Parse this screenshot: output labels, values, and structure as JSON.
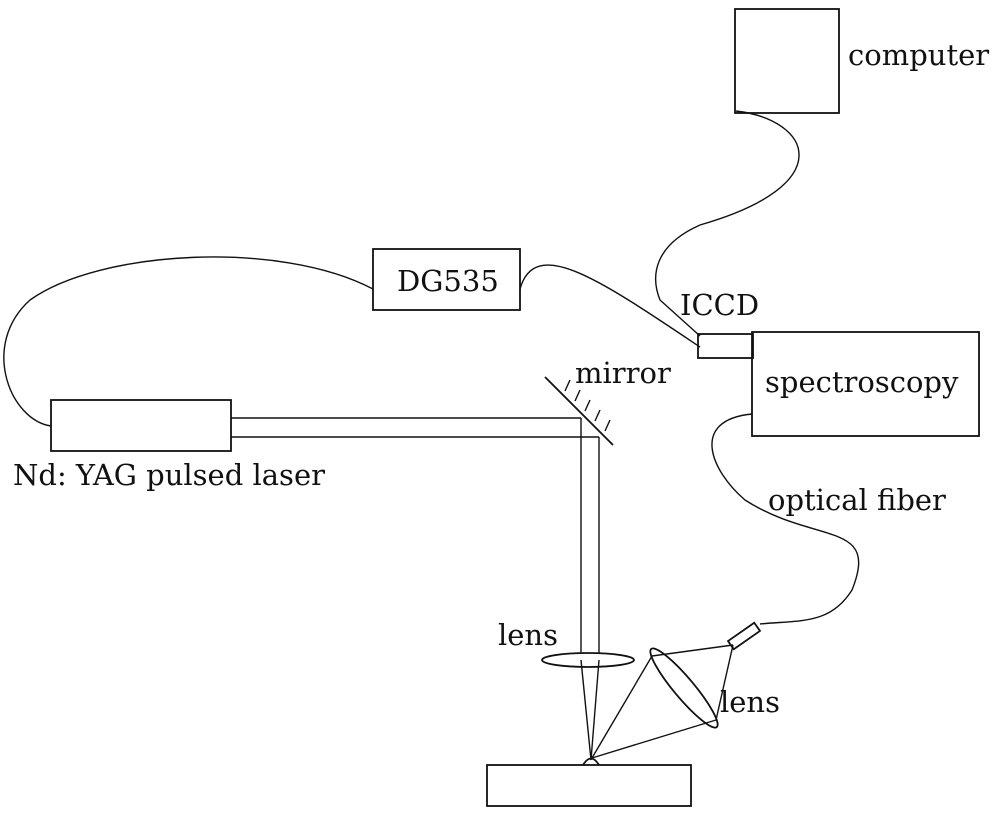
{
  "labels": {
    "computer": "computer",
    "dg535": "DG535",
    "iccd": "ICCD",
    "spectroscopy": "spectroscopy",
    "mirror": "mirror",
    "laser": "Nd: YAG pulsed laser",
    "optical_fiber": "optical fiber",
    "lens_upper": "lens",
    "lens_lower": "lens"
  },
  "colors": {
    "line": "#111111",
    "background": "#ffffff"
  }
}
